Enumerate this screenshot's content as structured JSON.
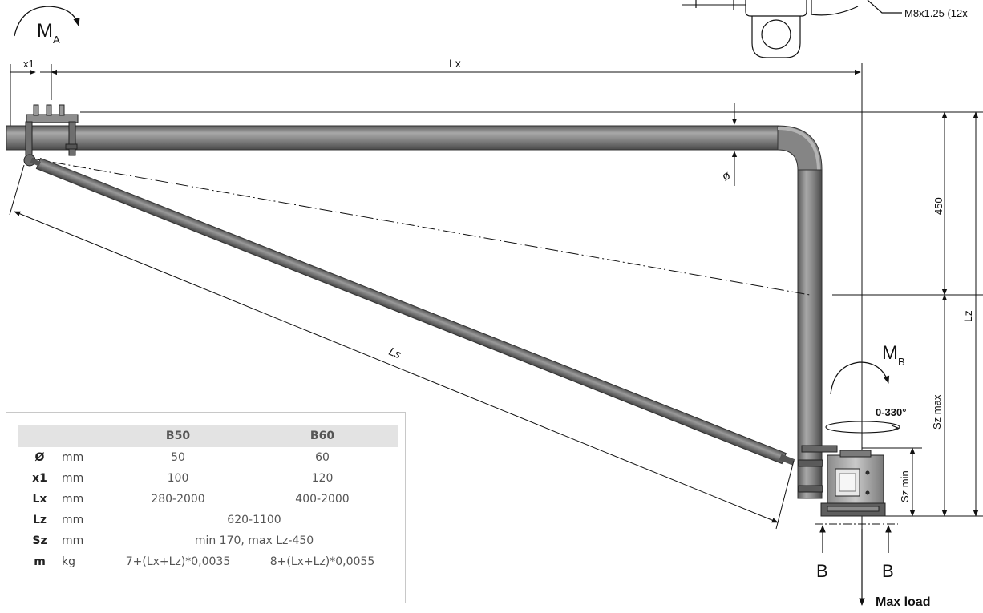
{
  "labels": {
    "moment_a": "M",
    "moment_a_sub": "A",
    "moment_b": "M",
    "moment_b_sub": "B",
    "x1": "x1",
    "lx": "Lx",
    "ls": "Ls",
    "diameter": "ø",
    "dim_450": "450",
    "lz": "Lz",
    "sz_max": "Sz max",
    "sz_min": "Sz min",
    "rotation": "0-330°",
    "thread": "M8x1.25 (12x",
    "section_left": "B",
    "section_right": "B",
    "max_load": "Max load"
  },
  "spec_table": {
    "headers": [
      "",
      "",
      "B50",
      "B60"
    ],
    "rows": [
      {
        "symbol": "Ø",
        "unit": "mm",
        "b50": "50",
        "b60": "60"
      },
      {
        "symbol": "x1",
        "unit": "mm",
        "b50": "100",
        "b60": "120"
      },
      {
        "symbol": "Lx",
        "unit": "mm",
        "b50": "280-2000",
        "b60": "400-2000"
      },
      {
        "symbol": "Lz",
        "unit": "mm",
        "both": "620-1100"
      },
      {
        "symbol": "Sz",
        "unit": "mm",
        "both": "min 170, max Lz-450"
      },
      {
        "symbol": "m",
        "unit": "kg",
        "b50": "7+(Lx+Lz)*0,0035",
        "b60": "8+(Lx+Lz)*0,0055"
      }
    ]
  },
  "colors": {
    "tube": "#7d7d7d",
    "tube_highlight": "#a9a9a9",
    "tube_shadow": "#4a4a4a",
    "line": "#111111",
    "table_header": "#e3e3e3"
  }
}
